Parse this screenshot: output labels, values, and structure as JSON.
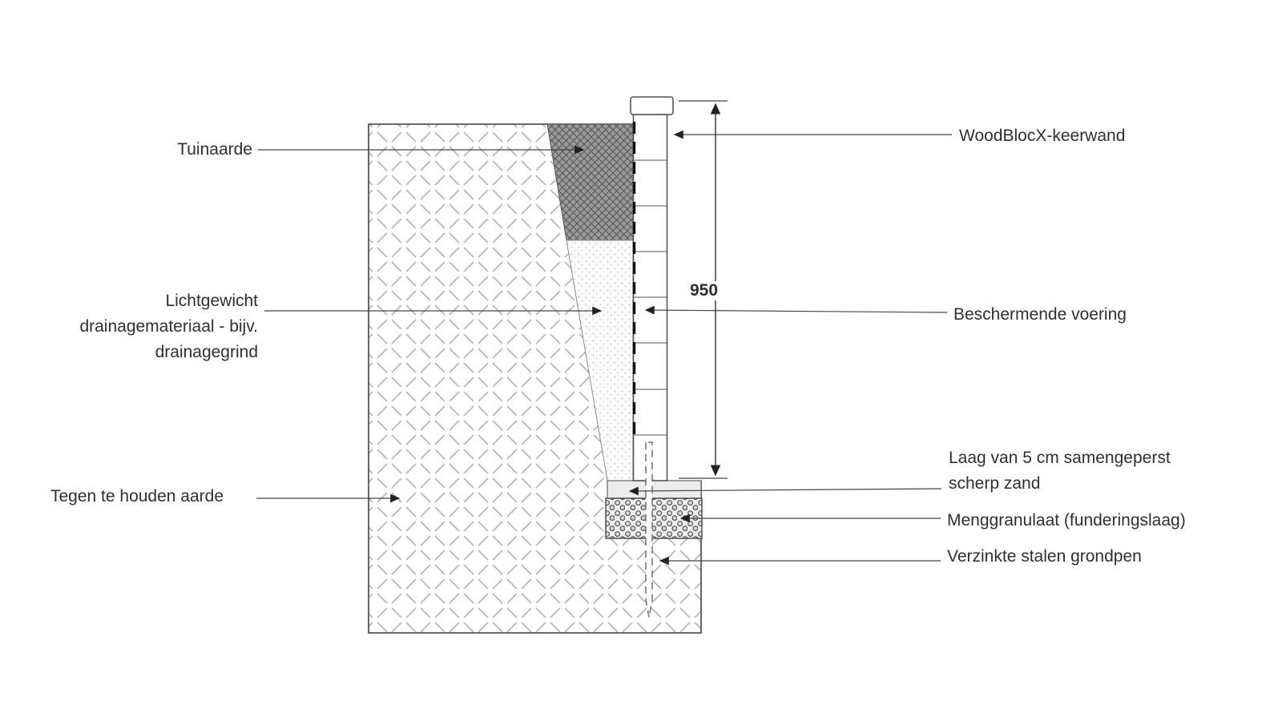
{
  "labels": {
    "tuinaarde": "Tuinaarde",
    "drainage_l1": "Lichtgewicht",
    "drainage_l2": "drainagemateriaal - bijv.",
    "drainage_l3": "drainagegrind",
    "tegen_te_houden": "Tegen te houden aarde",
    "keerwand": "WoodBlocX-keerwand",
    "voering": "Beschermende voering",
    "zand_l1": "Laag van 5 cm samengeperst",
    "zand_l2": "scherp zand",
    "granulaat": "Menggranulaat (funderingslaag)",
    "grondpen": "Verzinkte stalen grondpen"
  },
  "dimension": {
    "wall_height": "950"
  },
  "colors": {
    "line": "#555555",
    "text": "#2f2f2f",
    "hatch": "#b4b4b4",
    "dark_fill": "#999999"
  }
}
